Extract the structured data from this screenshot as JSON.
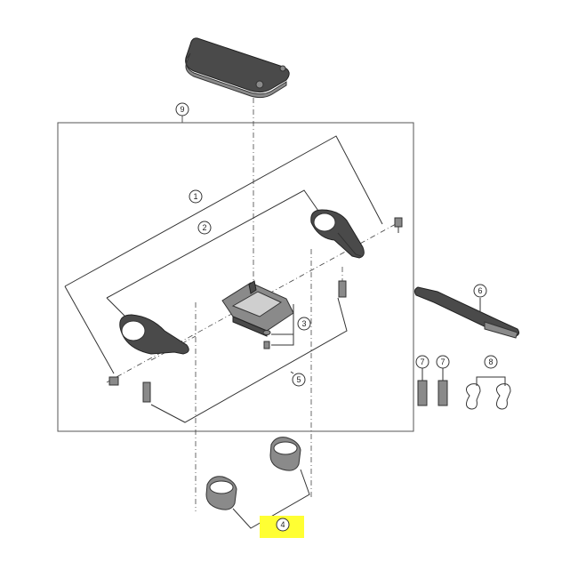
{
  "diagram": {
    "callouts": [
      {
        "id": "9",
        "label": "9"
      },
      {
        "id": "1",
        "label": "1"
      },
      {
        "id": "2",
        "label": "2"
      },
      {
        "id": "3",
        "label": "3"
      },
      {
        "id": "5",
        "label": "5"
      },
      {
        "id": "6",
        "label": "6"
      },
      {
        "id": "7a",
        "label": "7"
      },
      {
        "id": "7b",
        "label": "7"
      },
      {
        "id": "8",
        "label": "8"
      },
      {
        "id": "4",
        "label": "4"
      }
    ],
    "highlight_color": "#ffff33"
  }
}
